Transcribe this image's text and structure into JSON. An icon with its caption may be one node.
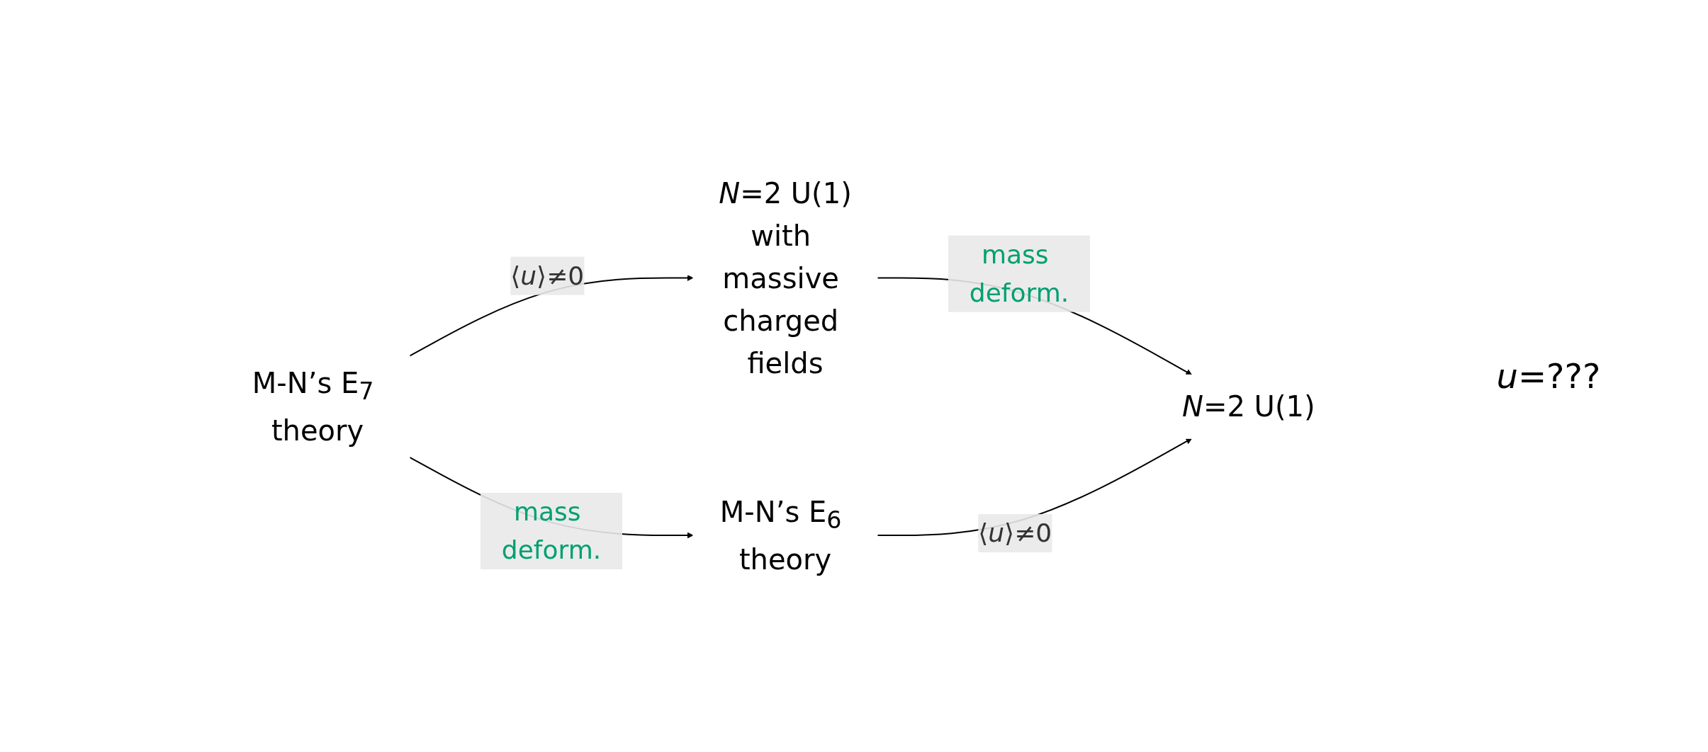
{
  "diagram": {
    "nodes": [
      {
        "text": [
          "M-N’s E$_{7}$ theory"
        ]
      },
      {
        "text": [
          "*N*=2 U(1)",
          "with massive charged fields"
        ]
      },
      {
        "text": [
          "M-N’s E$_{6}$ theory"
        ]
      },
      {
        "text": [
          "*N*=2 U(1)"
        ]
      }
    ],
    "edges": [
      {
        "from": 0,
        "to": 1,
        "arrow": "to",
        "label": "⟨*u*⟩≠0"
      },
      {
        "from": 0,
        "to": 2,
        "arrow": "to",
        "label": "mass deform."
      },
      {
        "from": 1,
        "to": 3,
        "arrow": "to",
        "label": "mass deform."
      },
      {
        "from": 2,
        "to": 3,
        "arrow": "to",
        "label": "⟨*u*⟩≠0"
      }
    ],
    "labels": [
      "*u*=???"
    ]
  }
}
